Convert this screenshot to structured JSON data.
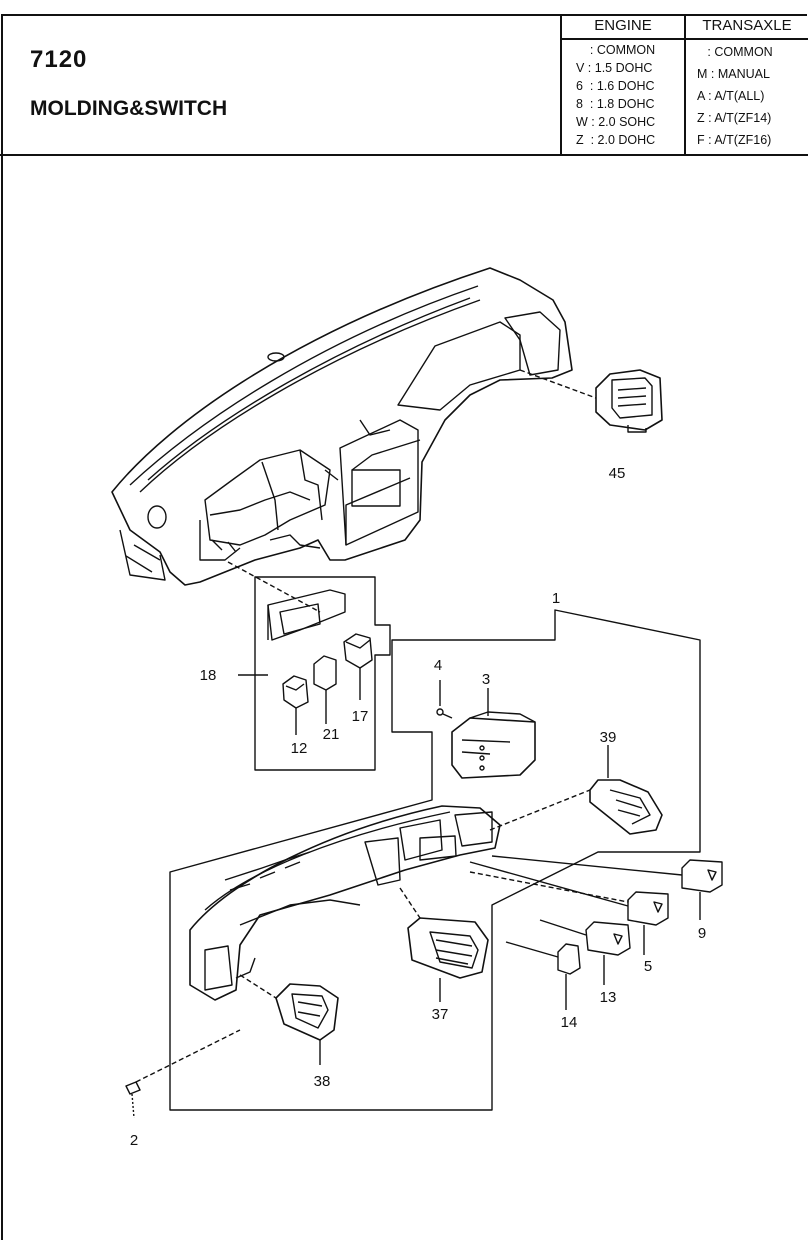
{
  "header": {
    "code": "7120",
    "title": "MOLDING&SWITCH"
  },
  "engine": {
    "heading": "ENGINE",
    "rows": [
      "    : COMMON",
      "V : 1.5 DOHC",
      "6  : 1.6 DOHC",
      "8  : 1.8 DOHC",
      "W : 2.0 SOHC",
      "Z  : 2.0 DOHC"
    ]
  },
  "transaxle": {
    "heading": "TRANSAXLE",
    "rows": [
      "   : COMMON",
      "M : MANUAL",
      "A : A/T(ALL)",
      "Z : A/T(ZF14)",
      "F : A/T(ZF16)"
    ]
  },
  "callouts": {
    "c45": "45",
    "c1": "1",
    "c18": "18",
    "c12": "12",
    "c21": "21",
    "c17": "17",
    "c4": "4",
    "c3": "3",
    "c39": "39",
    "c9": "9",
    "c5": "5",
    "c13": "13",
    "c14": "14",
    "c37": "37",
    "c38": "38",
    "c2": "2"
  }
}
